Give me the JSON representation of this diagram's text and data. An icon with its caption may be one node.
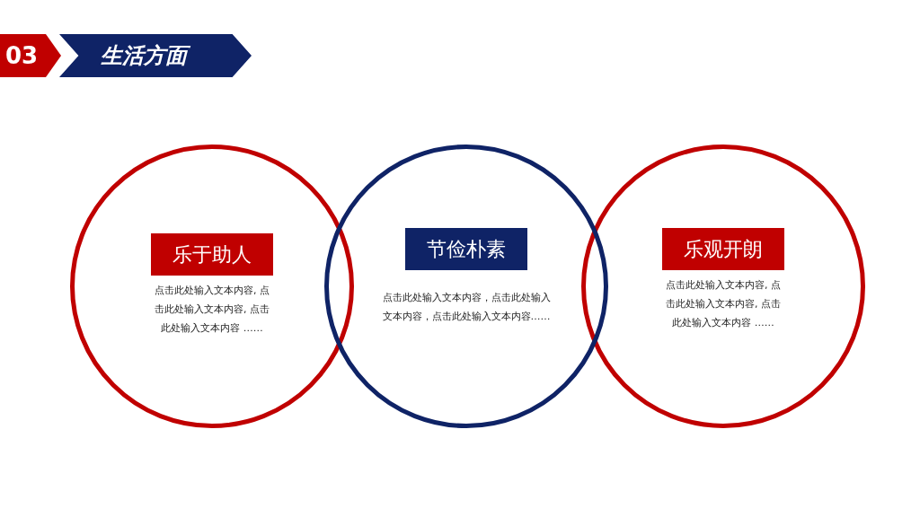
{
  "diagram": {
    "title": "生活方面",
    "labels": [
      "03"
    ],
    "nodes": [
      {
        "text": [
          "乐于助人",
          "点击此处输入文本内容, 点击此处输入文本内容, 点击此处输入文本内容 ……"
        ]
      },
      {
        "text": [
          "节俭朴素",
          "点击此处输入文本内容，点击此处输入文本内容，点击此处输入文本内容……"
        ]
      },
      {
        "text": [
          "乐观开朗",
          "点击此处输入文本内容, 点击此处输入文本内容, 点击此处输入文本内容 ……"
        ]
      }
    ],
    "edges": []
  }
}
